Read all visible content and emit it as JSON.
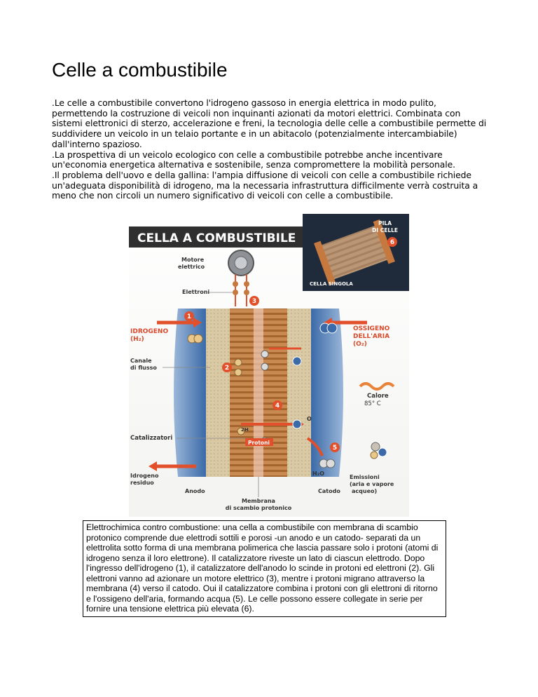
{
  "title": "Celle a combustibile",
  "paragraphs": [
    ".Le celle a combustibile convertono l'idrogeno gassoso in energia elettrica in modo pulito, permettendo la costruzione di veicoli non inquinanti azionati da motori elettrici. Combinata con sistemi elettronici di sterzo, accelerazione e freni, la tecnologia delle celle a combustibile permette di suddividere un veicolo in un telaio portante e in un abitacolo (potenzialmente intercambiabile) dall'interno spazioso.",
    ".La prospettiva di un veicolo ecologico con celle a combustibile potrebbe anche incentivare un'economia energetica alternativa e sostenibile, senza compromettere la mobilità personale.",
    ".Il problema dell'uovo e della gallina: l'ampia diffusione di veicoli con celle a combustibile richiede un'adeguata disponibilità di idrogeno, ma la necessaria infrastruttura difficilmente verrà costruita a meno che non circoli un numero significativo di veicoli con celle a combustibile."
  ],
  "figure": {
    "header": "CELLA A COMBUSTIBILE",
    "labels": {
      "motore": [
        "Motore",
        "elettrico"
      ],
      "elettroni": "Elettroni",
      "idrogeno": [
        "IDROGENO",
        "(H₂)"
      ],
      "canale": [
        "Canale",
        "di flusso"
      ],
      "ossigeno": [
        "OSSIGENO",
        "DELL'ARIA",
        "(O₂)"
      ],
      "calore": [
        "Calore",
        "85° C"
      ],
      "catalizzatori": "Catalizzatori",
      "protoni": "Protoni",
      "idrogeno_residuo": [
        "Idrogeno",
        "residuo"
      ],
      "emissioni": [
        "Emissioni",
        "(aria e vapore",
        "acqueo)"
      ],
      "anodo": "Anodo",
      "catodo": "Catodo",
      "membrana": [
        "Membrana",
        "di scambio protonico"
      ],
      "pila": [
        "PILA",
        "DI CELLE"
      ],
      "cella_singola": "CELLA SINGOLA",
      "two_h": "2H",
      "o": "O",
      "h2o": "H₂O"
    },
    "numbers": [
      "1",
      "2",
      "3",
      "4",
      "5",
      "6"
    ],
    "colors": {
      "accent": "#e2502b",
      "blue": "#3b6aa8",
      "copper": "#c98a52",
      "electrode": "#d9c9a4"
    }
  },
  "caption": "Elettrochimica contro combustione: una cella a combustibile con membrana di scambio protonico comprende due elettrodi sottili e porosi -un anodo e un catodo- separati da un elettrolita sotto forma di una membrana polimerica che lascia passare solo i protoni (atomi di idrogeno senza il loro elettrone). Il catalizzatore riveste un lato di ciascun elettrodo. Dopo l'ingresso dell'idrogeno (1), il catalizzatore dell'anodo lo scinde in protoni ed elettroni (2). Gli elettroni vanno ad azionare un motore elettrico (3), mentre i protoni migrano attraverso la membrana (4) verso il catodo. Oui il catalizzatore combina i protoni con gli elettroni di ritorno e l'ossigeno dell'aria, formando acqua (5). Le celle possono essere collegate in serie per fornire una tensione elettrica più elevata (6)."
}
